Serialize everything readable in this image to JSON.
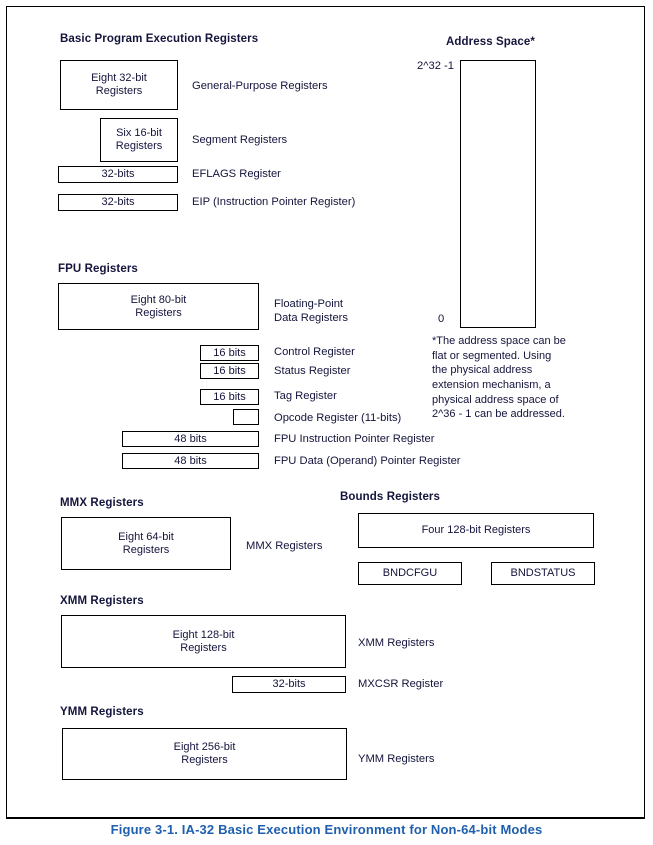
{
  "figure": {
    "caption": "Figure 3-1.  IA-32 Basic Execution Environment for Non-64-bit Modes"
  },
  "sections": {
    "basic": {
      "heading": "Basic Program Execution Registers",
      "items": [
        {
          "box_label": "Eight 32-bit\nRegisters",
          "desc": "General-Purpose Registers"
        },
        {
          "box_label": "Six 16-bit\nRegisters",
          "desc": "Segment Registers"
        },
        {
          "box_label": "32-bits",
          "desc": "EFLAGS Register"
        },
        {
          "box_label": "32-bits",
          "desc": "EIP (Instruction Pointer Register)"
        }
      ]
    },
    "fpu": {
      "heading": "FPU Registers",
      "items": [
        {
          "box_label": "Eight 80-bit\nRegisters",
          "desc": "Floating-Point\nData Registers"
        },
        {
          "box_label": "16 bits",
          "desc": "Control Register"
        },
        {
          "box_label": "16 bits",
          "desc": "Status Register"
        },
        {
          "box_label": "16 bits",
          "desc": "Tag Register"
        },
        {
          "box_label": "",
          "desc": "Opcode Register (11-bits)"
        },
        {
          "box_label": "48 bits",
          "desc": "FPU Instruction Pointer Register"
        },
        {
          "box_label": "48 bits",
          "desc": "FPU Data (Operand) Pointer Register"
        }
      ]
    },
    "mmx": {
      "heading": "MMX Registers",
      "items": [
        {
          "box_label": "Eight 64-bit\nRegisters",
          "desc": "MMX Registers"
        }
      ]
    },
    "bounds": {
      "heading": "Bounds Registers",
      "items": [
        {
          "box_label": "Four 128-bit Registers"
        },
        {
          "box_label": "BNDCFGU"
        },
        {
          "box_label": "BNDSTATUS"
        }
      ]
    },
    "xmm": {
      "heading": "XMM Registers",
      "items": [
        {
          "box_label": "Eight 128-bit\nRegisters",
          "desc": "XMM Registers"
        },
        {
          "box_label": "32-bits",
          "desc": "MXCSR Register"
        }
      ]
    },
    "ymm": {
      "heading": "YMM Registers",
      "items": [
        {
          "box_label": "Eight 256-bit\nRegisters",
          "desc": "YMM Registers"
        }
      ]
    },
    "address_space": {
      "heading": "Address Space*",
      "top_tick": "2^32 -1",
      "bottom_tick": "0",
      "footnote": "*The address space can be\n  flat or segmented. Using\n  the physical address\n  extension mechanism, a\n  physical address space of\n  2^36 - 1 can be addressed."
    }
  },
  "colors": {
    "text": "#14143c",
    "caption": "#1f5fad",
    "stroke": "#000000"
  }
}
